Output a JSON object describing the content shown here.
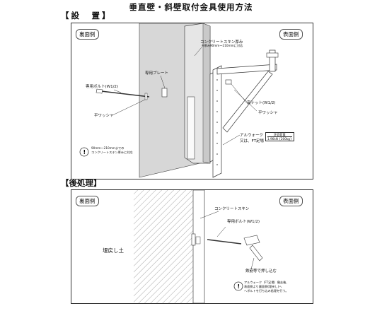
{
  "header": {
    "title": "垂直壁・斜壁取付金具使用方法"
  },
  "section1": {
    "heading": "【設　置】",
    "back_side": "裏面側",
    "front_side": "表面側",
    "skin_thickness": "コンクリートスキン厚み",
    "skin_note": "※厚み90mm～210mmに対応",
    "plate": "専用プレート",
    "bolt": "専用ボルト(W1/2)",
    "washer_left": "平ワッシャ",
    "nut": "高ナット(W1/2)",
    "washer_right": "平ワッシャ",
    "fork_line1": "アルウォーク",
    "fork_line2": "又は、FT足場",
    "load_label": "許容荷重",
    "load_value": "1.96kN {200kg}",
    "caution_line1": "90mm～210mmまでの",
    "caution_line2": "コンクリートスキン厚みに対応"
  },
  "section2": {
    "heading": "【後処理】",
    "back_side": "裏面側",
    "front_side": "表面側",
    "skin": "コンクリートスキン",
    "bolt": "専用ボルト(W1/2)",
    "backfill": "埋戻し土",
    "push": "鉄筋等で押し込む",
    "note_line1": "アルウォーク（FT足場）撤去後、",
    "note_line2": "表面側より裏面側(埋戻し)へ",
    "note_line3": "ヘボルトを打ち込み処理を行う。"
  }
}
